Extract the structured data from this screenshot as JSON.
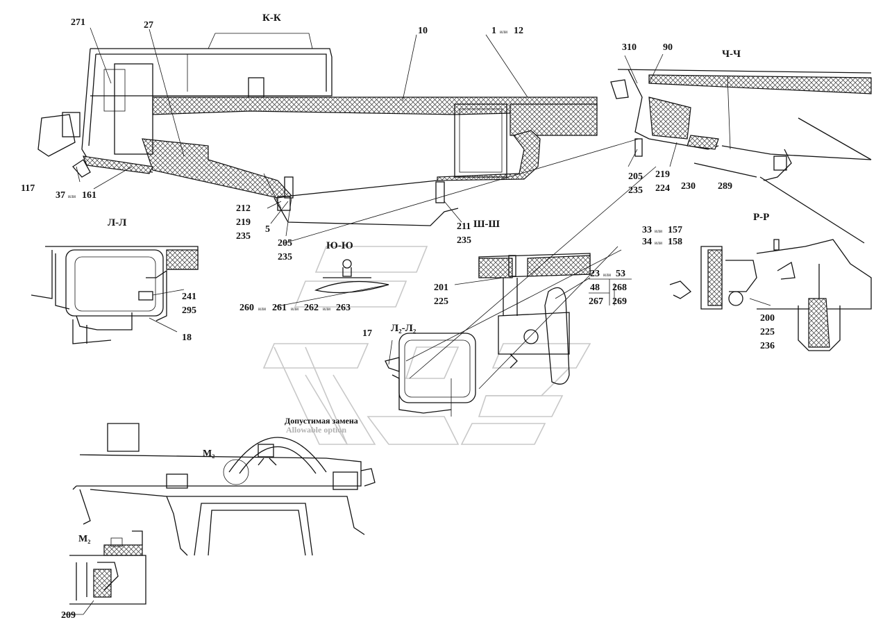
{
  "sections": {
    "kk": "К-К",
    "chch": "Ч-Ч",
    "ll": "Л-Л",
    "yuyu": "Ю-Ю",
    "shsh": "Ш-Ш",
    "rr": "Р-Р",
    "l2l2": "Л₂-Л₂",
    "m2a": "М₂",
    "m2b": "М₂"
  },
  "labels": {
    "n271": "271",
    "n27": "27",
    "n10": "10",
    "n1or12a": "1",
    "or1": "или",
    "n1or12b": "12",
    "n117": "117",
    "n37": "37",
    "or2": "или",
    "n161": "161",
    "n212": "212",
    "n219a": "219",
    "n235a": "235",
    "n5": "5",
    "n205a": "205",
    "n235b": "235",
    "n211": "211",
    "n235c": "235",
    "n310": "310",
    "n90": "90",
    "n205b": "205",
    "n235d": "235",
    "n219b": "219",
    "n224": "224",
    "n230": "230",
    "n289": "289",
    "n33": "33",
    "or3": "или",
    "n157": "157",
    "n34": "34",
    "or4": "или",
    "n158": "158",
    "n241": "241",
    "n295": "295",
    "n18": "18",
    "n260": "260",
    "or5": "или",
    "n261": "261",
    "or6": "или",
    "n262": "262",
    "or7": "или",
    "n263": "263",
    "n201": "201",
    "n225a": "225",
    "n23": "23",
    "or8": "или",
    "n53": "53",
    "n48": "48",
    "n268": "268",
    "n267": "267",
    "n269": "269",
    "n17": "17",
    "n200": "200",
    "n225b": "225",
    "n236": "236",
    "n209": "209"
  },
  "watermark": {
    "ru": "Допустимая замена",
    "en": "Allowable option"
  }
}
